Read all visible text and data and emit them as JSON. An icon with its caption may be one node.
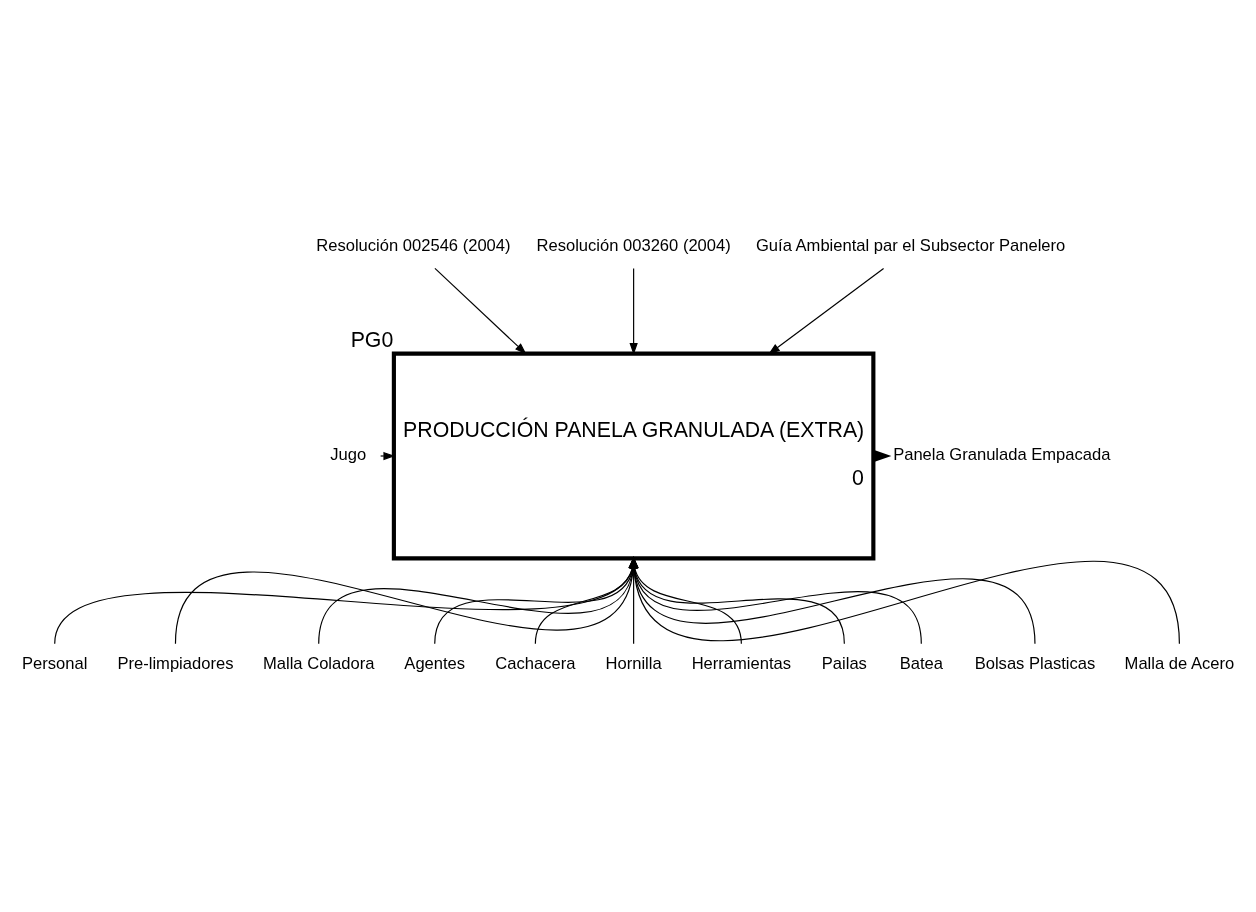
{
  "diagram": {
    "nodes": [
      {
        "text": [
          "PRODUCCIÓN PANELA GRANULADA (EXTRA)",
          "0"
        ],
        "beside": [
          "PG0"
        ]
      },
      {
        "text": [
          "Resolución 002546 (2004)"
        ]
      },
      {
        "text": [
          "Resolución 003260 (2004)"
        ]
      },
      {
        "text": [
          "Guía Ambiental par el Subsector Panelero"
        ]
      },
      {
        "text": [
          "Jugo"
        ]
      },
      {
        "text": [
          "Panela Granulada Empacada"
        ]
      },
      {
        "text": [
          "Personal"
        ]
      },
      {
        "text": [
          "Pre-limpiadores"
        ]
      },
      {
        "text": [
          "Malla Coladora"
        ]
      },
      {
        "text": [
          "Agentes"
        ]
      },
      {
        "text": [
          "Cachacera"
        ]
      },
      {
        "text": [
          "Hornilla"
        ]
      },
      {
        "text": [
          "Herramientas"
        ]
      },
      {
        "text": [
          "Pailas"
        ]
      },
      {
        "text": [
          "Batea"
        ]
      },
      {
        "text": [
          "Bolsas Plasticas"
        ]
      },
      {
        "text": [
          "Malla de Acero"
        ]
      }
    ],
    "edges": [
      {
        "from": 1,
        "to": 0,
        "arrow": "to"
      },
      {
        "from": 2,
        "to": 0,
        "arrow": "to"
      },
      {
        "from": 3,
        "to": 0,
        "arrow": "to"
      },
      {
        "from": 4,
        "to": 0,
        "arrow": "to"
      },
      {
        "from": 0,
        "to": 5,
        "arrow": "to",
        "style": "thick"
      },
      {
        "from": 6,
        "to": 0,
        "arrow": "to"
      },
      {
        "from": 7,
        "to": 0,
        "arrow": "to"
      },
      {
        "from": 8,
        "to": 0,
        "arrow": "to"
      },
      {
        "from": 9,
        "to": 0,
        "arrow": "to"
      },
      {
        "from": 10,
        "to": 0,
        "arrow": "to"
      },
      {
        "from": 11,
        "to": 0,
        "arrow": "to"
      },
      {
        "from": 12,
        "to": 0,
        "arrow": "to"
      },
      {
        "from": 13,
        "to": 0,
        "arrow": "to"
      },
      {
        "from": 14,
        "to": 0,
        "arrow": "to"
      },
      {
        "from": 15,
        "to": 0,
        "arrow": "to"
      },
      {
        "from": 16,
        "to": 0,
        "arrow": "to"
      }
    ]
  }
}
